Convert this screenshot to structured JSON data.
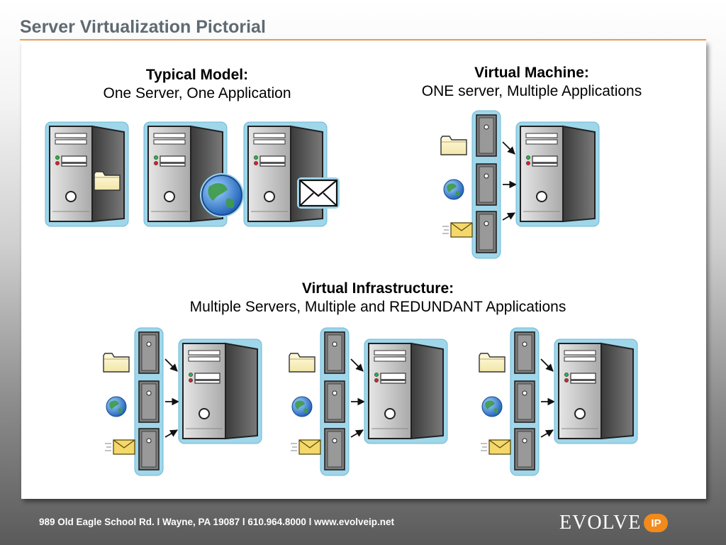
{
  "slide": {
    "title": "Server Virtualization Pictorial"
  },
  "typical_model": {
    "heading": "Typical Model:",
    "subheading": "One Server, One Application"
  },
  "virtual_machine": {
    "heading": "Virtual Machine:",
    "subheading": "ONE server, Multiple Applications"
  },
  "virtual_infrastructure": {
    "heading": "Virtual Infrastructure:",
    "subheading": "Multiple Servers, Multiple and REDUNDANT Applications"
  },
  "footer": {
    "address": "989 Old Eagle School Rd. l Wayne, PA 19087 l 610.964.8000 l www.evolveip.net",
    "logo_word": "EVOLVE",
    "logo_badge": "IP"
  },
  "icons": {
    "applications": [
      "folder-icon",
      "globe-icon",
      "envelope-icon"
    ],
    "hardware": [
      "server-tower-icon",
      "mini-server-icon"
    ]
  },
  "colors": {
    "title": "#5f6a72",
    "title_rule": "#f0a050",
    "glow": "#8fd0e8",
    "logo_badge": "#f28a1c"
  }
}
